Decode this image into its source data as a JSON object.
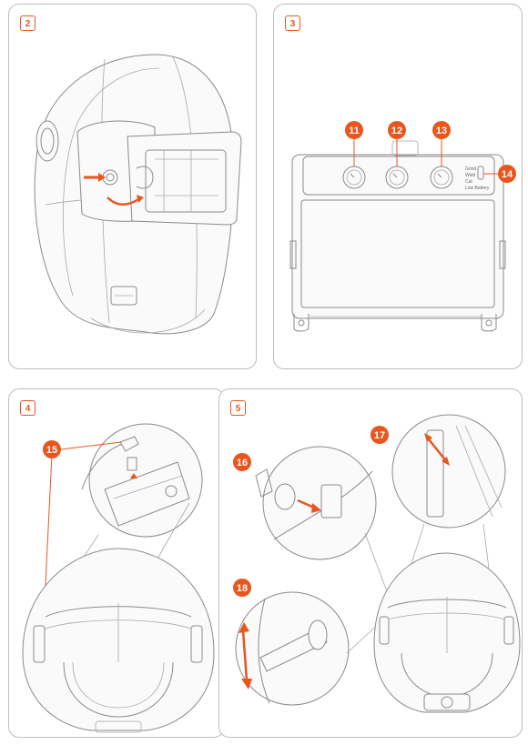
{
  "panels": [
    {
      "step": "2"
    },
    {
      "step": "3"
    },
    {
      "step": "4"
    },
    {
      "step": "5"
    }
  ],
  "callouts": {
    "c11": "11",
    "c12": "12",
    "c13": "13",
    "c14": "14",
    "c15": "15",
    "c16": "16",
    "c17": "17",
    "c18": "18"
  },
  "mode_labels": [
    "Grind",
    "Weld",
    "Cut",
    "Low Battery"
  ],
  "colors": {
    "accent": "#e8561e",
    "line": "#8a8a8a",
    "border": "#bdbdbd"
  }
}
